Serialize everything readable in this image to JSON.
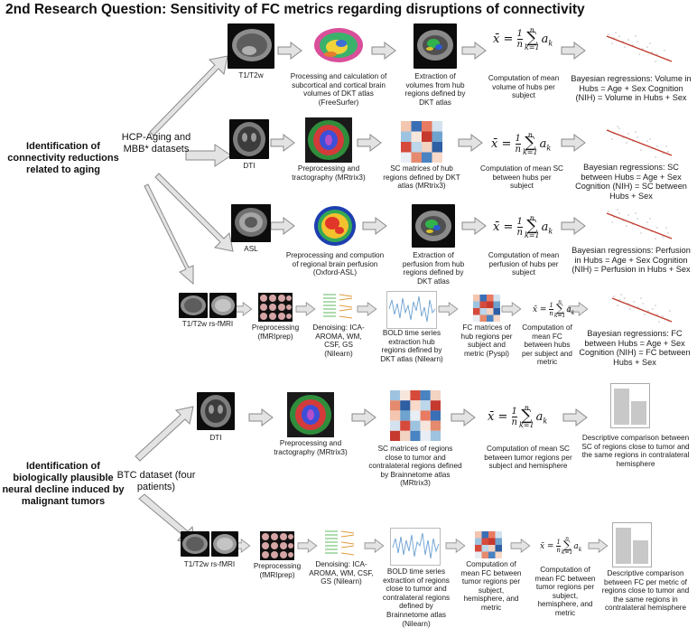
{
  "title": "2nd Research Question: Sensitivity of FC metrics regarding disruptions of connectivity",
  "left_labels": {
    "aging": "Identification of connectivity reductions related to aging",
    "tumor": "Identification of biologically plausible neural decline induced by malignant tumors"
  },
  "datasets": {
    "aging": "HCP-Aging and MBB* datasets",
    "tumor": "BTC dataset (four patients)"
  },
  "row1": {
    "modality": "T1/T2w",
    "step1": "Processing and calculation of subcortical and cortical brain volumes of DKT atlas (FreeSurfer)",
    "step2": "Extraction of volumes from hub regions defined by DKT atlas",
    "step3": "Computation of mean volume of hubs per subject",
    "step4": "Bayesian regressions: Volume in Hubs = Age + Sex Cognition (NIH) = Volume in Hubs + Sex"
  },
  "row2": {
    "modality": "DTI",
    "step1": "Preprocessing and tractography (MRtrix3)",
    "step2": "SC matrices of hub regions defined by DKT atlas (MRtrix3)",
    "step3": "Computation of mean SC between hubs per subject",
    "step4": "Bayesian regressions: SC between Hubs = Age + Sex Cognition (NIH) = SC between Hubs + Sex"
  },
  "row3": {
    "modality": "ASL",
    "step1": "Preprocessing and compution of regional brain perfusion (Oxford-ASL)",
    "step2": "Extraction of perfusion from hub regions defined by DKT atlas",
    "step3": "Computation of mean perfusion of hubs per subject",
    "step4": "Bayesian regressions: Perfusion in Hubs = Age + Sex Cognition (NIH) = Perfusion in Hubs + Sex"
  },
  "row4": {
    "modality": "T1/T2w rs-fMRI",
    "step1": "Preprocessing (fMRIprep)",
    "step2": "Denoising: ICA-AROMA, WM, CSF, GS (Nilearn)",
    "step3": "BOLD time series extraction hub regions defined by DKT atlas (Nilearn)",
    "step4": "FC matrices of hub regions per subject and metric (Pyspi)",
    "step5": "Computation of mean FC between hubs per subject and metric",
    "step6": "Bayesian regressions: FC between Hubs = Age + Sex Cognition (NIH) = FC between Hubs + Sex"
  },
  "row5": {
    "modality": "DTI",
    "step1": "Preprocessing and tractography (MRtrix3)",
    "step2": "SC matrices of regions close to tumor and contralateral regions defined by Brainnetome atlas (MRtrix3)",
    "step3": "Computation of mean SC between tumor regions per subject and hemisphere",
    "step4": "Descriptive comparison between SC of regions close to tumor and the same regions in contralateral hemisphere"
  },
  "row6": {
    "modality": "T1/T2w rs-fMRI",
    "step1": "Preprocessing (fMRIprep)",
    "step2": "Denoising: ICA-AROMA, WM, CSF, GS (Nilearn)",
    "step3": "BOLD time series extraction of regions close to tumor and contralateral regions defined by Brainnetome atlas (Nilearn)",
    "step4": "Computation of mean FC between tumor regions per subject, hemisphere, and metric",
    "step5": "Computation of mean FC between tumor regions per subject, hemisphere, and metric",
    "step6": "Descriptive comparison between FC per metric of regions close to tumor and the same regions in contralateral hemisphere"
  },
  "formula": {
    "lhs": "x̄ = ",
    "frac_num": "1",
    "frac_den": "n",
    "sum_top": "n",
    "sum_bot": "k=1",
    "term": "a",
    "sub": "k"
  },
  "colors": {
    "arrow_fill": "#e3e3e3",
    "arrow_stroke": "#8a8a8a",
    "regression_line": "#c0392b",
    "bar": "#c8c8c8"
  }
}
